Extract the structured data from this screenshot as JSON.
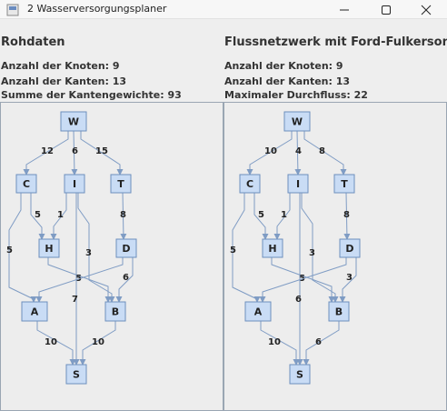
{
  "window": {
    "title": "2 Wasserversorgungsplaner",
    "min_icon": "minimize-icon",
    "max_icon": "maximize-icon",
    "close_icon": "close-icon"
  },
  "left": {
    "title": "Rohdaten",
    "stats": [
      "Anzahl der Knoten: 9",
      "Anzahl der Kanten: 13",
      "Summe der Kantengewichte: 93"
    ],
    "edges": [
      {
        "from": "W",
        "to": "C",
        "label": "12"
      },
      {
        "from": "W",
        "to": "I",
        "label": "6"
      },
      {
        "from": "W",
        "to": "T",
        "label": "15"
      },
      {
        "from": "C",
        "to": "H",
        "label": "5"
      },
      {
        "from": "C",
        "to": "A",
        "label": "5"
      },
      {
        "from": "I",
        "to": "H",
        "label": "1"
      },
      {
        "from": "I",
        "to": "B",
        "label": "3"
      },
      {
        "from": "T",
        "to": "D",
        "label": "8"
      },
      {
        "from": "H",
        "to": "B",
        "label": "5"
      },
      {
        "from": "D",
        "to": "A",
        "label": ""
      },
      {
        "from": "D",
        "to": "B",
        "label": "6"
      },
      {
        "from": "A",
        "to": "S",
        "label": "10"
      },
      {
        "from": "B",
        "to": "S",
        "label": "10"
      },
      {
        "from": "I",
        "to": "S",
        "label": "7"
      }
    ]
  },
  "right": {
    "title": "Flussnetzwerk mit Ford-Fulkerson",
    "stats": [
      "Anzahl der Knoten: 9",
      "Anzahl der Kanten: 13",
      "Maximaler Durchfluss: 22"
    ],
    "edges": [
      {
        "from": "W",
        "to": "C",
        "label": "10"
      },
      {
        "from": "W",
        "to": "I",
        "label": "4"
      },
      {
        "from": "W",
        "to": "T",
        "label": "8"
      },
      {
        "from": "C",
        "to": "H",
        "label": "5"
      },
      {
        "from": "C",
        "to": "A",
        "label": "5"
      },
      {
        "from": "I",
        "to": "H",
        "label": "1"
      },
      {
        "from": "I",
        "to": "B",
        "label": "3"
      },
      {
        "from": "T",
        "to": "D",
        "label": "8"
      },
      {
        "from": "H",
        "to": "B",
        "label": "5"
      },
      {
        "from": "D",
        "to": "A",
        "label": ""
      },
      {
        "from": "D",
        "to": "B",
        "label": "3"
      },
      {
        "from": "A",
        "to": "S",
        "label": "10"
      },
      {
        "from": "B",
        "to": "S",
        "label": "6"
      },
      {
        "from": "I",
        "to": "S",
        "label": "6"
      }
    ]
  },
  "node_names": [
    "W",
    "C",
    "I",
    "T",
    "H",
    "D",
    "A",
    "B",
    "S"
  ]
}
